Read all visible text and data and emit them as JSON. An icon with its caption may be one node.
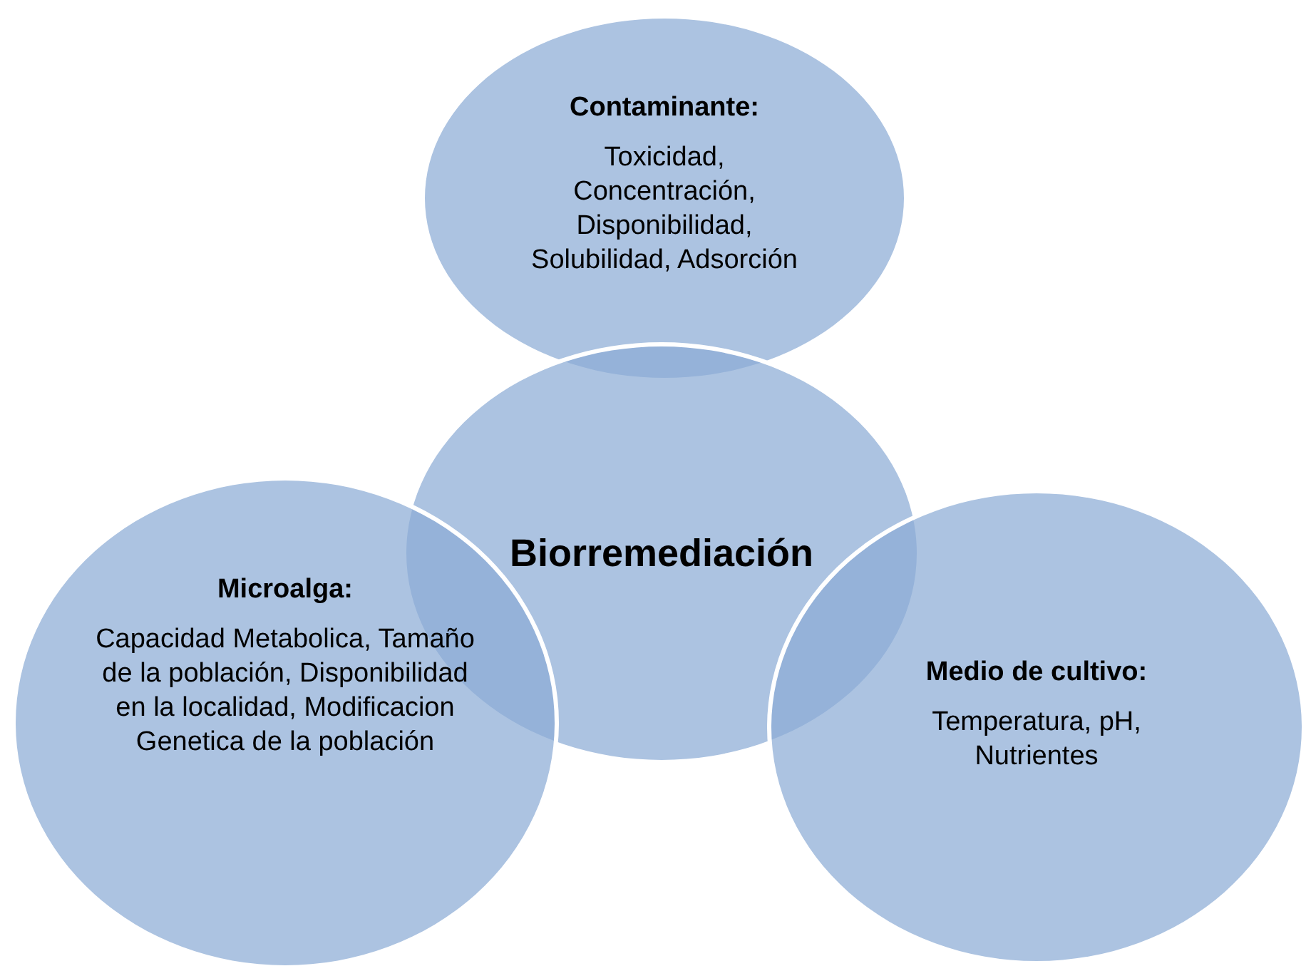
{
  "diagram": {
    "nodes": [
      {
        "text": [
          "Contaminante:",
          "Toxicidad, Concentración, Disponibilidad, Solubilidad, Adsorción"
        ]
      },
      {
        "text": [
          "Biorremediación"
        ]
      },
      {
        "text": [
          "Microalga:",
          "Capacidad Metabolica, Tamaño de la población, Disponibilidad en la localidad, Modificacion Genetica de la población"
        ]
      },
      {
        "text": [
          "Medio de cultivo:",
          "Temperatura, pH, Nutrientes"
        ]
      }
    ]
  }
}
